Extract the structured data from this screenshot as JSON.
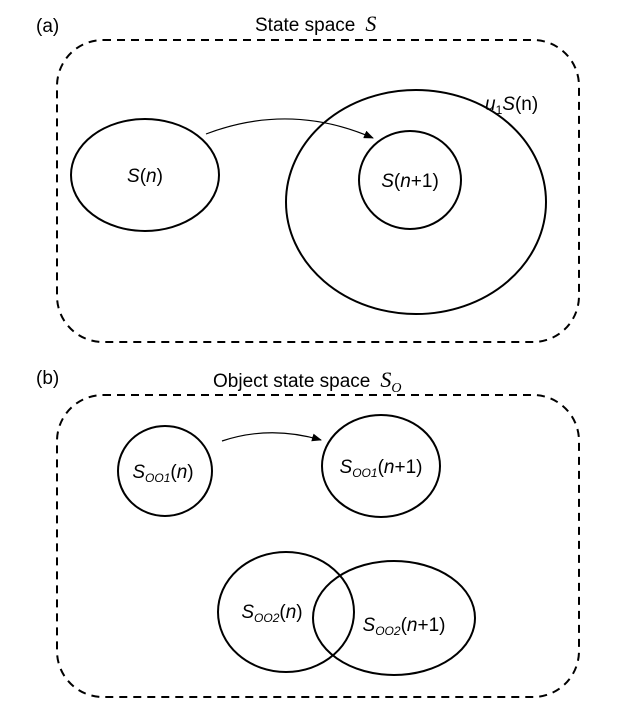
{
  "panel_a": {
    "tag": "(a)",
    "title_text": "State space",
    "title_symbol": "S",
    "set_u_coef": "u",
    "set_u_coef_sub": "1",
    "set_u_var": "S",
    "set_u_arg": "(n)",
    "set_current_var": "S",
    "set_current_open": "(",
    "set_current_n": "n",
    "set_current_close": ")",
    "set_next_var": "S",
    "set_next_open": "(",
    "set_next_n": "n",
    "set_next_close": "+1)"
  },
  "panel_b": {
    "tag": "(b)",
    "title_text": "Object state space",
    "title_symbol": "S",
    "title_sub": "O",
    "obj1_current": {
      "var": "S",
      "sub": "OO1",
      "open": "(",
      "n": "n",
      "close": ")"
    },
    "obj1_next": {
      "var": "S",
      "sub": "OO1",
      "open": "(",
      "n": "n",
      "close": "+1)"
    },
    "obj2_current": {
      "var": "S",
      "sub": "OO2",
      "open": "(",
      "n": "n",
      "close": ")"
    },
    "obj2_next": {
      "var": "S",
      "sub": "OO2",
      "open": "(",
      "n": "n",
      "close": "+1)"
    }
  }
}
